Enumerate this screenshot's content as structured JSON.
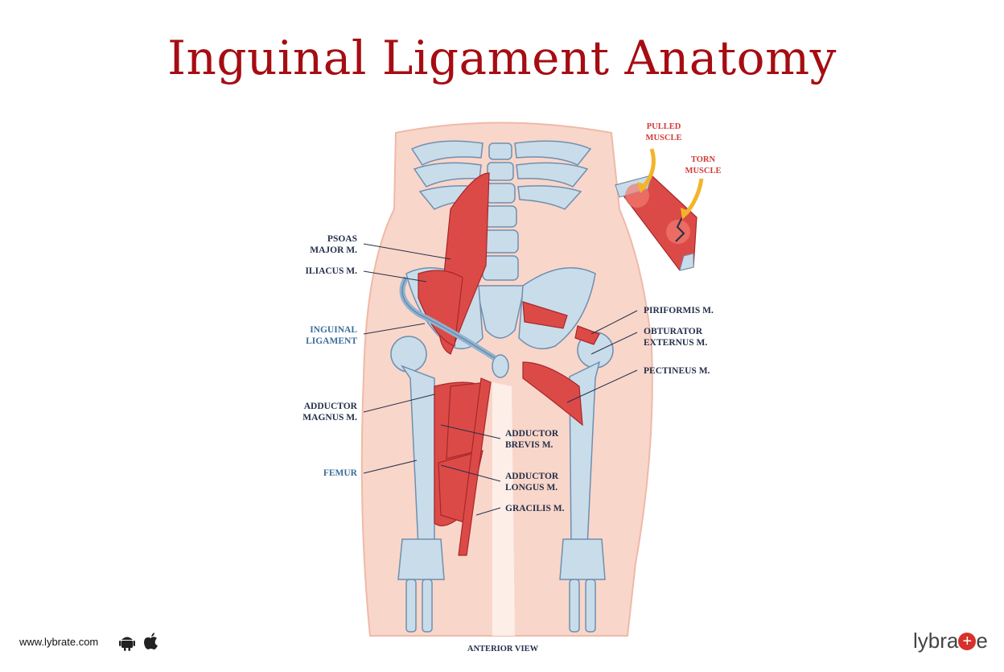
{
  "title": "Inguinal Ligament Anatomy",
  "labels": {
    "psoas": [
      "PSOAS",
      "MAJOR M."
    ],
    "iliacus": "ILIACUS M.",
    "inguinal": [
      "INGUINAL",
      "LIGAMENT"
    ],
    "adductor_magnus": [
      "ADDUCTOR",
      "MAGNUS M."
    ],
    "femur": "FEMUR",
    "piriformis": "PIRIFORMIS M.",
    "obturator": [
      "OBTURATOR",
      "EXTERNUS M."
    ],
    "pectineus": "PECTINEUS M.",
    "adductor_brevis": [
      "ADDUCTOR",
      "BREVIS M."
    ],
    "adductor_longus": [
      "ADDUCTOR",
      "LONGUS M."
    ],
    "gracilis": "GRACILIS M.",
    "pulled": [
      "PULLED",
      "MUSCLE"
    ],
    "torn": [
      "TORN",
      "MUSCLE"
    ],
    "view": "ANTERIOR VIEW"
  },
  "footer": {
    "url": "www.lybrate.com",
    "brand_prefix": "lybra",
    "brand_suffix": "e",
    "icons": [
      "android-icon",
      "apple-icon",
      "plus-icon"
    ]
  },
  "colors": {
    "title": "#a50d12",
    "skin": "#f9d6ca",
    "muscle": "#dc4a47",
    "bone": "#c9dcea",
    "label": "#24304a",
    "label_highlight": "#3b6e9a",
    "callout": "#d03a35",
    "arrow": "#f2b52a"
  }
}
